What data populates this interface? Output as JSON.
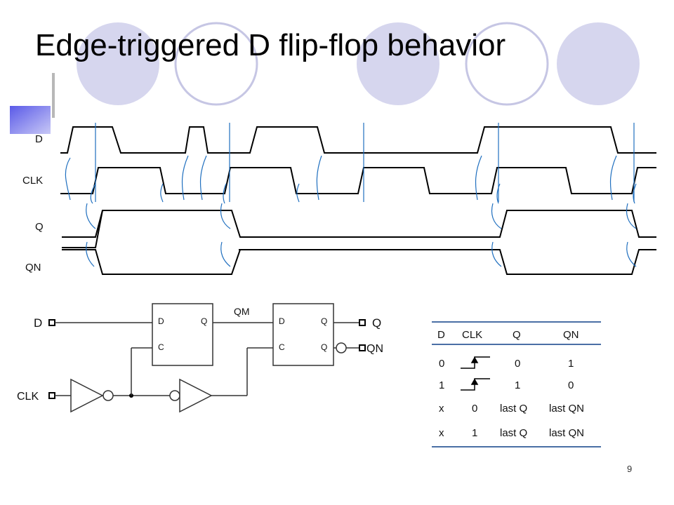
{
  "title": "Edge-triggered D flip-flop behavior",
  "page_number": "9",
  "timing": {
    "signals": [
      "D",
      "CLK",
      "Q",
      "QN"
    ]
  },
  "circuit": {
    "input_d": "D",
    "input_clk": "CLK",
    "latch1_d": "D",
    "latch1_q": "Q",
    "latch1_c": "C",
    "node_qm": "QM",
    "latch2_d": "D",
    "latch2_q": "Q",
    "latch2_c": "C",
    "latch2_qbar": "Q",
    "output_q": "Q",
    "output_qn": "QN"
  },
  "truth_table": {
    "headers": [
      "D",
      "CLK",
      "Q",
      "QN"
    ],
    "rows": [
      [
        "0",
        "",
        "0",
        "1"
      ],
      [
        "1",
        "",
        "1",
        "0"
      ],
      [
        "x",
        "0",
        "last Q",
        "last QN"
      ],
      [
        "x",
        "1",
        "last Q",
        "last QN"
      ]
    ]
  },
  "colors": {
    "circle_fill": "#d6d6ee",
    "circle_outline": "#c6c6e4",
    "arrow_blue": "#1f6fbf",
    "accent_square": "#7a7ae8"
  }
}
